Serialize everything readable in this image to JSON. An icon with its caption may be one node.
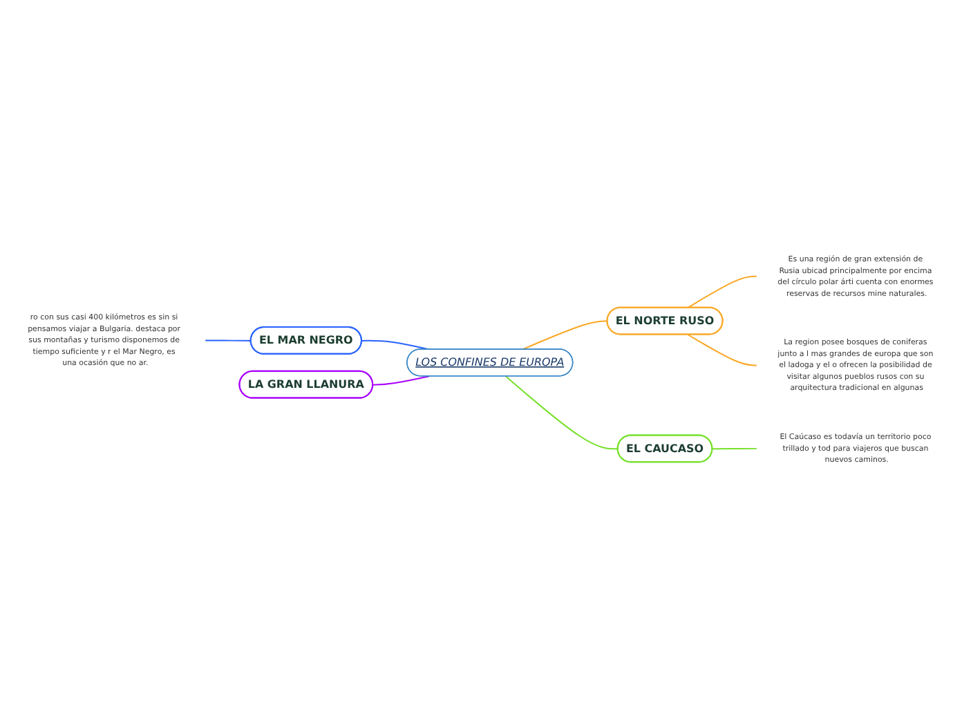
{
  "diagram": {
    "nodes": [
      {
        "text": [
          "LOS CONFINES DE EUROPA"
        ]
      },
      {
        "text": [
          "EL MAR NEGRO"
        ]
      },
      {
        "text": [
          "ro con sus casi 400 kilómetros es sin si pensamos viajar a Bulgaria. destaca por sus montañas y turismo disponemos de tiempo suficiente y r el Mar Negro, es una ocasión que no ar."
        ]
      },
      {
        "text": [
          "EL NORTE RUSO"
        ]
      },
      {
        "text": [
          "Es una región de gran extensión de Rusia ubicad principalmente por encima del círculo polar árti cuenta con enormes reservas de recursos mine naturales."
        ]
      },
      {
        "text": [
          "La region posee bosques de coniferas junto a l mas grandes de europa que son el ladoga y el o ofrecen la posibilidad de visitar algunos pueblos rusos con su arquitectura tradicional en algunas"
        ]
      },
      {
        "text": [
          "EL CAUCASO"
        ]
      },
      {
        "text": [
          "El Caúcaso es todavía un territorio poco trillado y tod para viajeros que buscan nuevos caminos."
        ]
      },
      {
        "text": [
          "LA GRAN LLANURA"
        ]
      }
    ],
    "edges": [
      {
        "from": 0,
        "to": 1,
        "arrow": "none",
        "color": "#2962ff"
      },
      {
        "from": 1,
        "to": 2,
        "arrow": "none",
        "color": "#2962ff"
      },
      {
        "from": 0,
        "to": 3,
        "arrow": "none",
        "color": "#f9a825"
      },
      {
        "from": 3,
        "to": 4,
        "arrow": "none",
        "color": "#f9a825"
      },
      {
        "from": 3,
        "to": 5,
        "arrow": "none",
        "color": "#f9a825"
      },
      {
        "from": 0,
        "to": 6,
        "arrow": "none",
        "color": "#76e02a"
      },
      {
        "from": 6,
        "to": 7,
        "arrow": "none",
        "color": "#76e02a"
      },
      {
        "from": 0,
        "to": 8,
        "arrow": "none",
        "color": "#aa00ff"
      }
    ]
  }
}
